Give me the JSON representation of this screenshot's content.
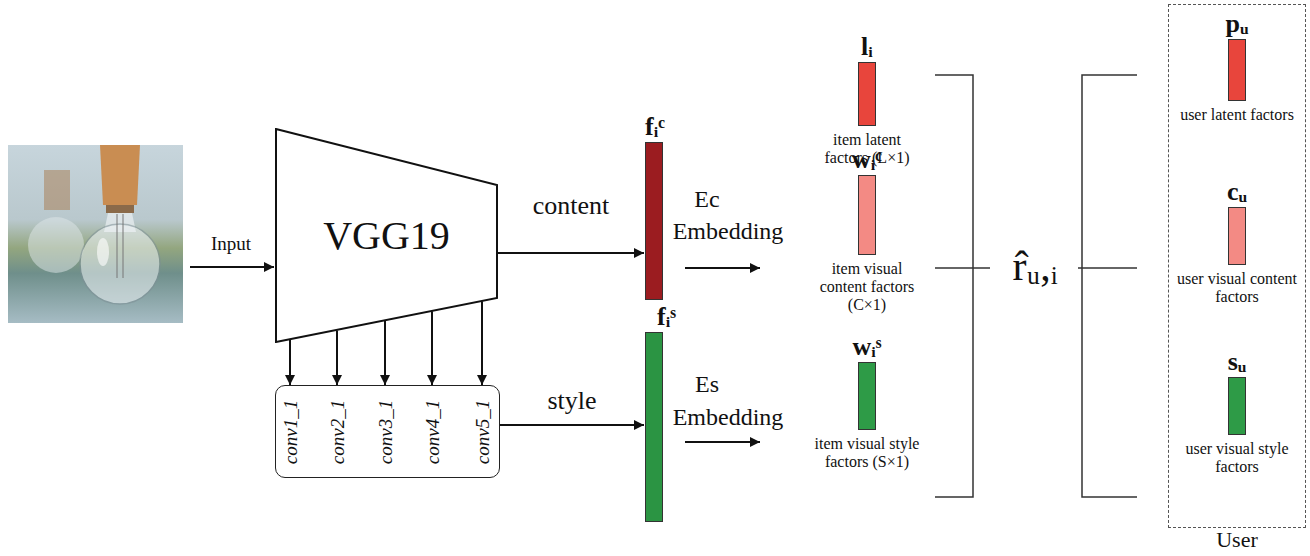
{
  "diagram": {
    "nodes": [
      {
        "text": [
          "VGG19"
        ]
      },
      {
        "text": [
          "conv1_1",
          "conv2_1",
          "conv3_1",
          "conv4_1",
          "conv5_1"
        ]
      },
      {
        "text": [
          "fᵢᶜ"
        ]
      },
      {
        "text": [
          "fᵢˢ"
        ]
      },
      {
        "text": [
          "lᵢ",
          "item latent factors (L×1)"
        ]
      },
      {
        "text": [
          "wᵢᶜ",
          "item visual content factors (C×1)"
        ]
      },
      {
        "text": [
          "wᵢˢ",
          "item visual style factors (S×1)"
        ]
      },
      {
        "text": [
          "User"
        ]
      },
      {
        "text": [
          "pᵤ",
          "user latent factors"
        ],
        "in": 7
      },
      {
        "text": [
          "cᵤ",
          "user visual content factors"
        ],
        "in": 7
      },
      {
        "text": [
          "sᵤ",
          "user visual style factors"
        ],
        "in": 7
      }
    ],
    "edges": [
      {
        "from": 0,
        "to": 1,
        "arrow": "to"
      },
      {
        "from": 0,
        "to": 1,
        "arrow": "to"
      },
      {
        "from": 0,
        "to": 1,
        "arrow": "to"
      },
      {
        "from": 0,
        "to": 1,
        "arrow": "to"
      },
      {
        "from": 0,
        "to": 1,
        "arrow": "to"
      },
      {
        "from": 0,
        "to": 2,
        "label": "content",
        "arrow": "to"
      },
      {
        "from": 1,
        "to": 3,
        "label": "style",
        "arrow": "to"
      }
    ],
    "labels": [
      "Input",
      "Ec",
      "Embedding",
      "Es",
      "Embedding",
      "r̂ᵤ,ᵢ"
    ]
  }
}
